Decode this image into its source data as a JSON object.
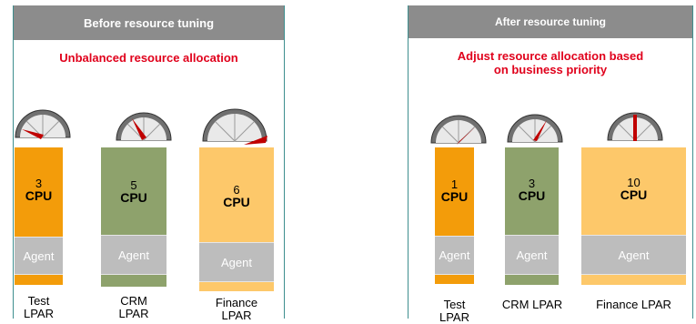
{
  "before": {
    "header": "Before resource tuning",
    "subtitle": "Unbalanced resource allocation",
    "lpars": [
      {
        "cpu_count": "3",
        "cpu_label": "CPU",
        "agent_label": "Agent",
        "name_line1": "Test",
        "name_line2": "LPAR",
        "color": "#f39c0a"
      },
      {
        "cpu_count": "5",
        "cpu_label": "CPU",
        "agent_label": "Agent",
        "name_line1": "CRM",
        "name_line2": "LPAR",
        "color": "#8ea26c"
      },
      {
        "cpu_count": "6",
        "cpu_label": "CPU",
        "agent_label": "Agent",
        "name_line1": "Finance",
        "name_line2": "LPAR",
        "color": "#fdc86a"
      }
    ]
  },
  "after": {
    "header": "After resource tuning",
    "subtitle_line1": "Adjust resource allocation based",
    "subtitle_line2": "on business priority",
    "lpars": [
      {
        "cpu_count": "1",
        "cpu_label": "CPU",
        "agent_label": "Agent",
        "name_line1": "Test",
        "name_line2": "LPAR",
        "color": "#f39c0a"
      },
      {
        "cpu_count": "3",
        "cpu_label": "CPU",
        "agent_label": "Agent",
        "name": "CRM LPAR",
        "color": "#8ea26c"
      },
      {
        "cpu_count": "10",
        "cpu_label": "CPU",
        "agent_label": "Agent",
        "name": "Finance LPAR",
        "color": "#fdc86a"
      }
    ]
  },
  "colors": {
    "header_bg": "#8c8c8c",
    "subtitle": "#e0001b",
    "agent_bg": "#bdbdbd",
    "needle": "#c00000",
    "panel_border": "#3e8f8f"
  }
}
